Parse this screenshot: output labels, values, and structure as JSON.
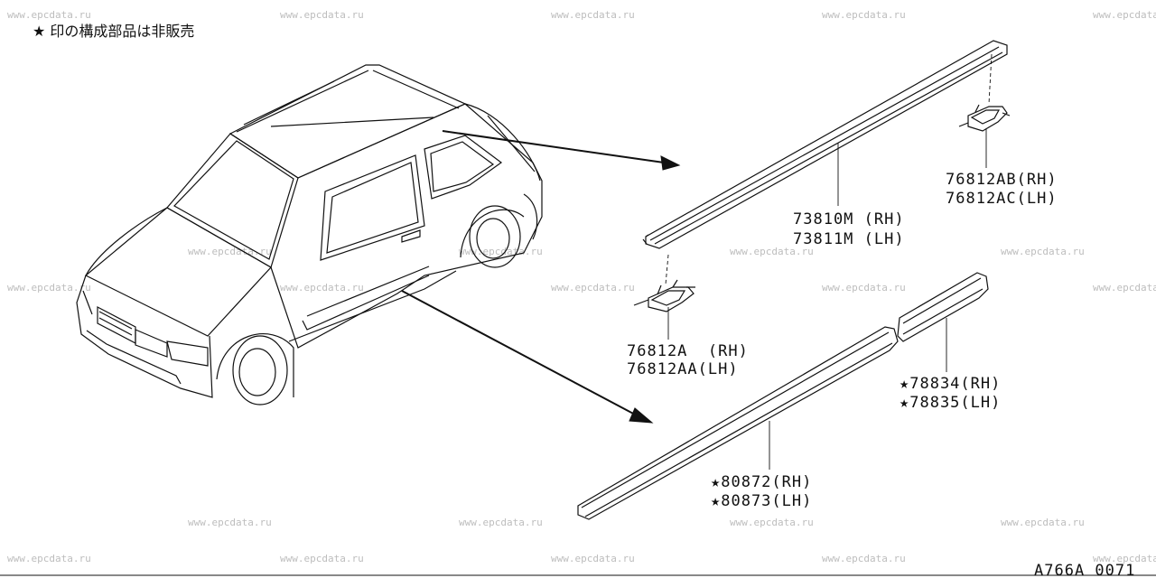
{
  "note": "★ 印の構成部品は非販売",
  "diagram_code": "A766A 0071",
  "watermark": "www.epcdata.ru",
  "parts": {
    "roof_molding": [
      "73810M (RH)",
      "73811M (LH)"
    ],
    "roof_clip_rear": [
      "76812AB(RH)",
      "76812AC(LH)"
    ],
    "roof_clip_front": [
      "76812A  (RH)",
      "76812AA(LH)"
    ],
    "rear_side_molding": [
      "★78834(RH)",
      "★78835(LH)"
    ],
    "door_molding": [
      "★80872(RH)",
      "★80873(LH)"
    ]
  }
}
